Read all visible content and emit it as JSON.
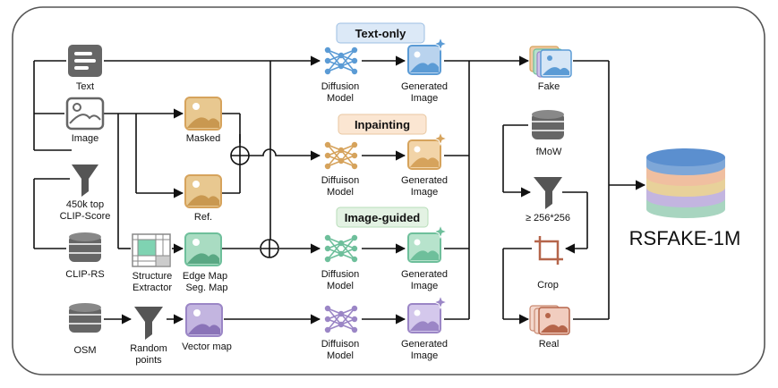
{
  "colors": {
    "blue": "#5b9bd5",
    "orange": "#d6a35c",
    "green": "#6ebf9b",
    "purple": "#9b86c6",
    "gray": "#666666",
    "crop": "#b5654a",
    "pill_blue": "#dce9f7",
    "pill_orange": "#fbe6d2",
    "pill_green": "#e3f2e3"
  },
  "inputs": {
    "text": "Text",
    "image": "Image",
    "filter_line1": "450k top",
    "filter_line2": "CLIP-Score",
    "clip_rs": "CLIP-RS",
    "osm": "OSM"
  },
  "intermediate": {
    "masked": "Masked",
    "ref": "Ref.",
    "structure_line1": "Structure",
    "structure_line2": "Extractor",
    "edge_line1": "Edge Map",
    "edge_line2": "Seg. Map",
    "random_line1": "Random",
    "random_line2": "points",
    "vector_map": "Vector map"
  },
  "branches": {
    "text_only": "Text-only",
    "inpainting": "Inpainting",
    "image_guided": "Image-guided"
  },
  "models": {
    "line1": "Diffusion",
    "line1_alt": "Diffuison",
    "line2": "Model"
  },
  "outputs": {
    "gen_line1": "Generated",
    "gen_line2": "Image"
  },
  "right": {
    "fake": "Fake",
    "fmow": "fMoW",
    "resolution": "≥ 256*256",
    "crop": "Crop",
    "real": "Real",
    "dataset": "RSFAKE-1M"
  }
}
